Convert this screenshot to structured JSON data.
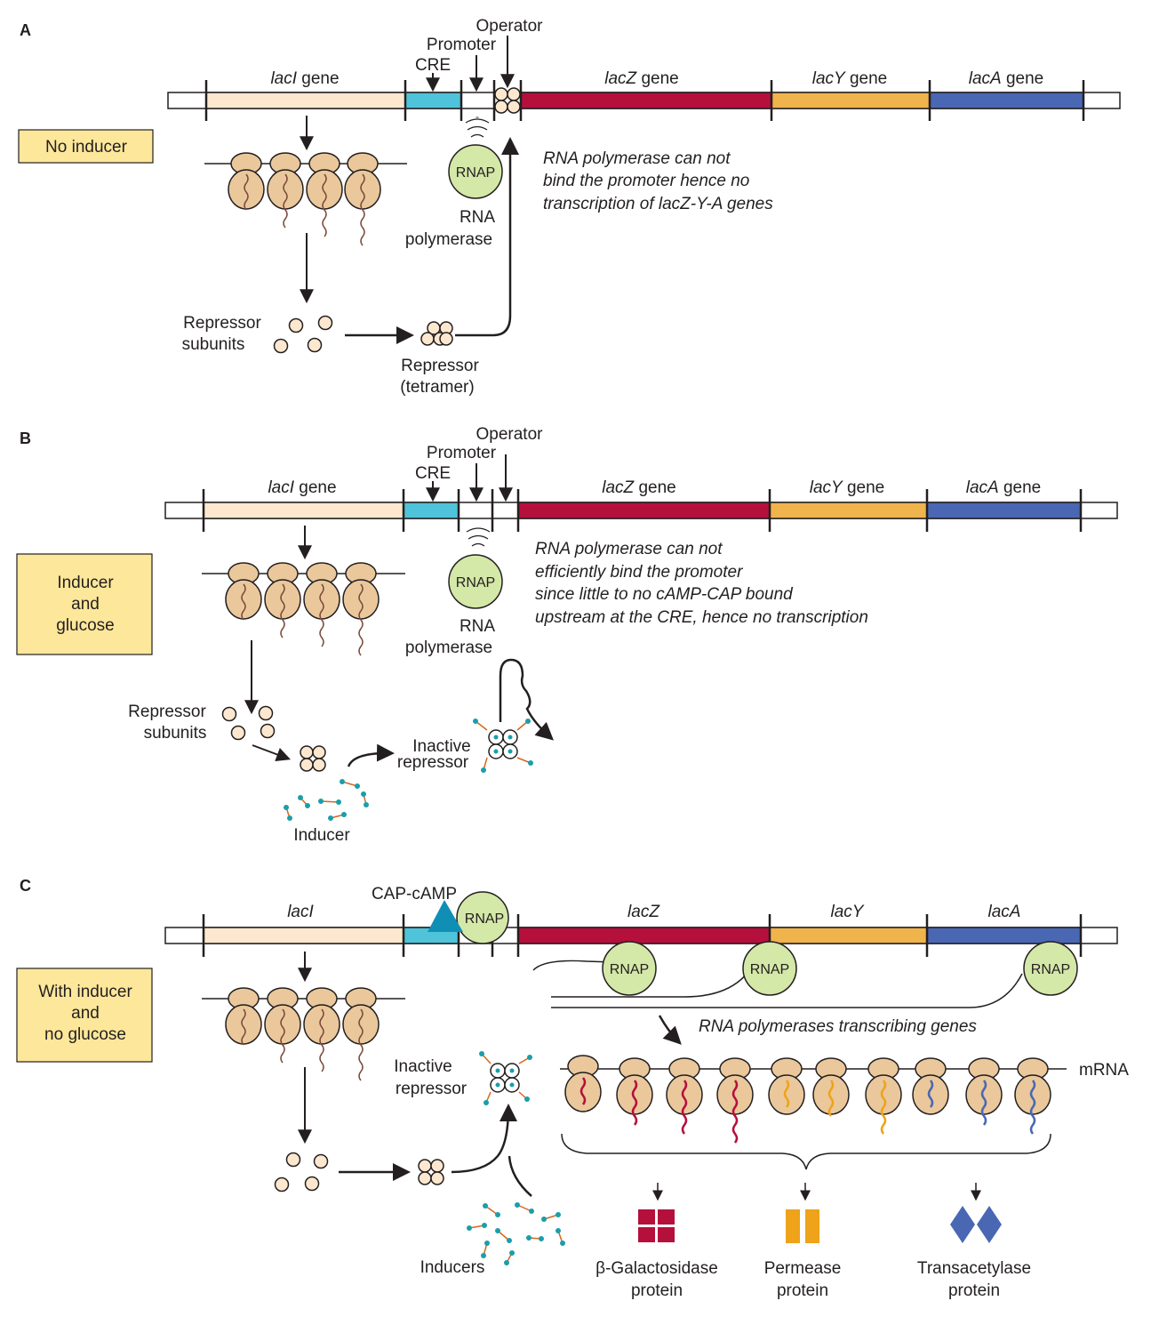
{
  "colors": {
    "lacI": "#fde8cf",
    "cre": "#4fc3d9",
    "lacZ": "#b5103c",
    "lacY": "#f0b44c",
    "lacA": "#4a67b3",
    "rnap": "#d4e8a8",
    "ribosome": "#eac89b",
    "label_box": "#fde79a",
    "cap": "#0f8fb6",
    "inducer_dot": "#1a9eaa",
    "inducer_link": "#d5671f",
    "permease": "#eea31a",
    "transacetylase": "#4a67b3",
    "galactosidase": "#b5103c",
    "chain_purple": "#7b4a3c"
  },
  "panel_a": {
    "letter": "A",
    "condition": "No inducer",
    "gene_labels": {
      "lacI_italic": "lacI",
      "lacI_tail": " gene",
      "lacZ_italic": "lacZ",
      "lacZ_tail": " gene",
      "lacY_italic": "lacY",
      "lacY_tail": " gene",
      "lacA_italic": "lacA",
      "lacA_tail": " gene"
    },
    "cre": "CRE",
    "promoter": "Promoter",
    "operator": "Operator",
    "rnap": "RNAP",
    "rna_polymerase_1": "RNA",
    "rna_polymerase_2": "polymerase",
    "repressor_subunits_1": "Repressor",
    "repressor_subunits_2": "subunits",
    "repressor_1": "Repressor",
    "repressor_2": "(tetramer)",
    "note": [
      "RNA polymerase can not",
      "bind the promoter hence no",
      "transcription of lacZ-Y-A genes"
    ]
  },
  "panel_b": {
    "letter": "B",
    "condition": [
      "Inducer",
      "and",
      "glucose"
    ],
    "gene_labels": {
      "lacI_italic": "lacI",
      "lacI_tail": " gene",
      "lacZ_italic": "lacZ",
      "lacZ_tail": " gene",
      "lacY_italic": "lacY",
      "lacY_tail": " gene",
      "lacA_italic": "lacA",
      "lacA_tail": " gene"
    },
    "cre": "CRE",
    "promoter": "Promoter",
    "operator": "Operator",
    "rnap": "RNAP",
    "rna_polymerase_1": "RNA",
    "rna_polymerase_2": "polymerase",
    "repressor_subunits_1": "Repressor",
    "repressor_subunits_2": "subunits",
    "inactive_1": "Inactive",
    "inactive_2": "repressor",
    "inducer": "Inducer",
    "note": [
      "RNA polymerase can not",
      "efficiently bind the promoter",
      "since little to no cAMP-CAP bound",
      "upstream at the CRE, hence no transcription"
    ]
  },
  "panel_c": {
    "letter": "C",
    "condition": [
      "With inducer",
      "and",
      "no glucose"
    ],
    "gene_labels": {
      "lacI": "lacI",
      "lacZ": "lacZ",
      "lacY": "lacY",
      "lacA": "lacA"
    },
    "cap_camp": "CAP-cAMP",
    "rnap": "RNAP",
    "inactive_1": "Inactive",
    "inactive_2": "repressor",
    "inducers": "Inducers",
    "transcribing": "RNA polymerases transcribing genes",
    "mrna": "mRNA",
    "proteins": [
      {
        "line1": "β-Galactosidase",
        "line2": "protein"
      },
      {
        "line1": "Permease",
        "line2": "protein"
      },
      {
        "line1": "Transacetylase",
        "line2": "protein"
      }
    ]
  }
}
